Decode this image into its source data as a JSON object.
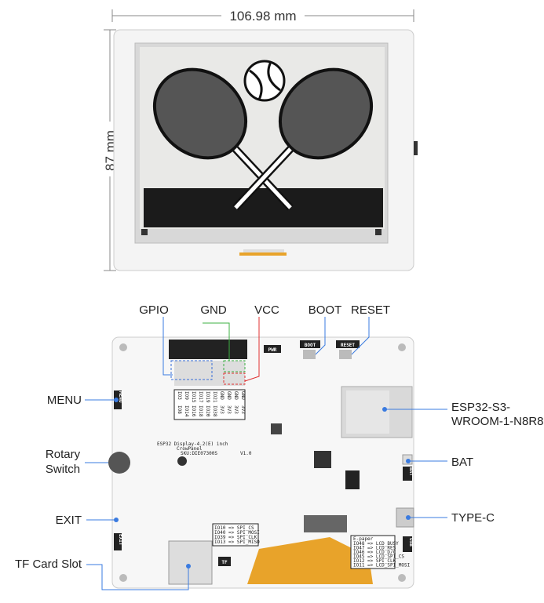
{
  "dimensions": {
    "width": "106.98 mm",
    "height": "87 mm"
  },
  "callouts": {
    "gpio": "GPIO",
    "gnd": "GND",
    "vcc": "VCC",
    "boot": "BOOT",
    "reset": "RESET",
    "menu": "MENU",
    "rotary_1": "Rotary",
    "rotary_2": "Switch",
    "exit": "EXIT",
    "tf": "TF Card Slot",
    "esp_1": "ESP32-S3-",
    "esp_2": "WROOM-1-N8R8",
    "bat": "BAT",
    "typec": "TYPE-C"
  },
  "silkscreen": {
    "pwr": "PWR",
    "boot": "BOOT",
    "reset": "RESET",
    "menu": "MENU",
    "exit": "EXIT",
    "bat": "BAT",
    "usb": "USB",
    "tf": "TF",
    "brand": "CrowPanel",
    "product": "ESP32 Display-4.2(E) inch",
    "sku": "SKU:DIE07300S",
    "version": "V1.0",
    "pin_rows": [
      [
        "IO3",
        "IO9",
        "IO15",
        "IO17",
        "IO19",
        "IO21",
        "GND",
        "GND",
        "GND",
        "GND"
      ],
      [
        "IO8",
        "IO14",
        "IO16",
        "IO18",
        "IO20",
        "IO38",
        "3V3",
        "3V3",
        "3V3",
        "3V3"
      ]
    ],
    "sd_map": [
      "IO10 => SPI_CS",
      "IO40 => SPI_MOSI",
      "IO39 => SPI_CLK",
      "IO13 => SPI_MISO"
    ],
    "epaper_title": "E-paper",
    "epaper_map": [
      "IO48 => LCD_BUSY",
      "IO47 => LCD_RES",
      "IO46 => LCD_D/C",
      "IO45 => LCD_SPI_CS",
      "IO12 => SPI_CLK",
      "IO11 => LCD_SPI_MOSI"
    ]
  },
  "colors": {
    "gpio_box": "#3a6fd8",
    "gnd_box": "#3cb043",
    "vcc_box": "#e03030",
    "callout_line": "#3a7be0",
    "flex": "#e8a32a"
  }
}
